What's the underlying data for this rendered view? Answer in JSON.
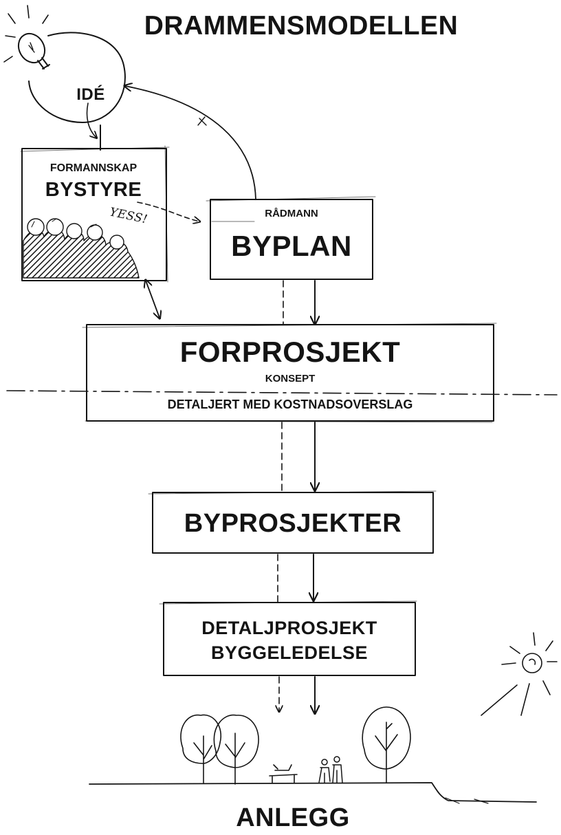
{
  "title": "DRAMMENSMODELLEN",
  "nodes": {
    "ide": "IDÉ",
    "council_small": "FORMANNSKAP",
    "council_big": "BYSTYRE",
    "crowd_shout": "YESS!",
    "byplan_small": "RÅDMANN",
    "byplan_big": "BYPLAN",
    "forprosjekt_big": "FORPROSJEKT",
    "forprosjekt_sub1": "KONSEPT",
    "forprosjekt_sub2": "DETALJERT MED KOSTNADSOVERSLAG",
    "byprosjekter": "BYPROSJEKTER",
    "detalj_line1": "DETALJPROSJEKT",
    "detalj_line2": "BYGGELEDELSE",
    "anlegg": "ANLEGG"
  },
  "icons": [
    "lightbulb-icon",
    "crowd-illustration",
    "tree-icon",
    "bench-icon",
    "people-icon",
    "sun-icon"
  ],
  "colors": {
    "ink": "#141414",
    "paper": "#ffffff"
  }
}
